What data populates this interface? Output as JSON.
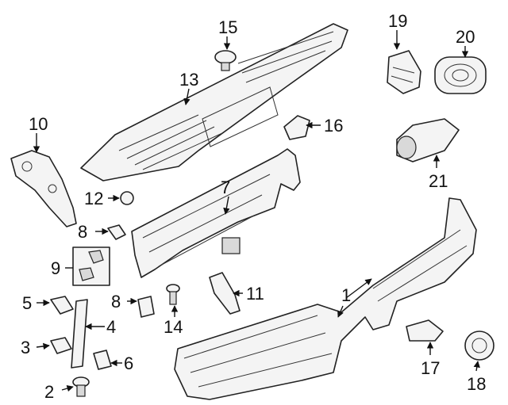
{
  "callouts": {
    "c1": "1",
    "c2": "2",
    "c3": "3",
    "c4": "4",
    "c5": "5",
    "c6": "6",
    "c7": "7",
    "c8a": "8",
    "c8b": "8",
    "c9": "9",
    "c10": "10",
    "c11": "11",
    "c12": "12",
    "c13": "13",
    "c14": "14",
    "c15": "15",
    "c16": "16",
    "c17": "17",
    "c18": "18",
    "c19": "19",
    "c20": "20",
    "c21": "21"
  }
}
